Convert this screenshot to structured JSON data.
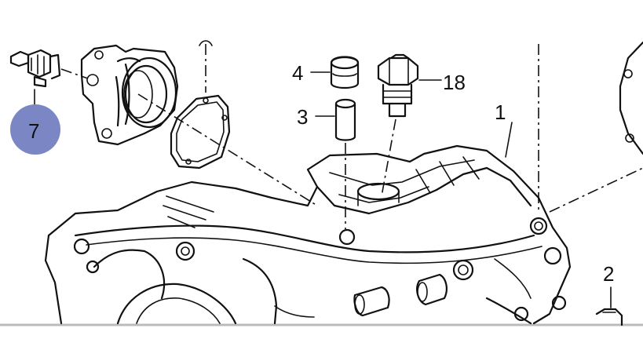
{
  "callouts": [
    {
      "id": "part-7",
      "label": "7",
      "highlighted": true
    },
    {
      "id": "part-4",
      "label": "4"
    },
    {
      "id": "part-3",
      "label": "3"
    },
    {
      "id": "part-18",
      "label": "18"
    },
    {
      "id": "part-1",
      "label": "1"
    },
    {
      "id": "part-2",
      "label": "2"
    }
  ],
  "colors": {
    "line": "#111111",
    "highlight": "#7b86c4",
    "background": "#ffffff"
  }
}
